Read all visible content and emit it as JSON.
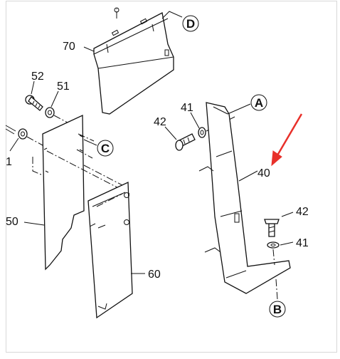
{
  "callouts": {
    "d": "D",
    "a": "A",
    "c": "C",
    "b": "B"
  },
  "labels": {
    "p70": "70",
    "p52": "52",
    "p51": "51",
    "p1": "1",
    "p50": "50",
    "p60": "60",
    "p41_top": "41",
    "p42_top": "42",
    "p40": "40",
    "p42_bottom": "42",
    "p41_bottom": "41"
  },
  "colors": {
    "line": "#111111",
    "arrow": "#e8302a",
    "frame": "#d8d8d8"
  }
}
